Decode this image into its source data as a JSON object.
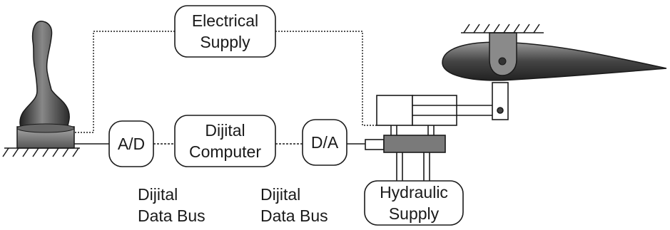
{
  "boxes": {
    "electrical_supply": {
      "line1": "Electrical",
      "line2": "Supply"
    },
    "ad": {
      "label": "A/D"
    },
    "digital_computer": {
      "line1": "Dijital",
      "line2": "Computer"
    },
    "da": {
      "label": "D/A"
    },
    "hydraulic_supply": {
      "line1": "Hydraulic",
      "line2": "Supply"
    }
  },
  "bus_labels": {
    "left": {
      "line1": "Dijital",
      "line2": "Data Bus"
    },
    "right": {
      "line1": "Dijital",
      "line2": "Data Bus"
    }
  },
  "colors": {
    "line": "#1a1a1a",
    "actuator_body": "#7a7a7a",
    "wing": "#555555",
    "joystick": "#4a4a4a"
  }
}
